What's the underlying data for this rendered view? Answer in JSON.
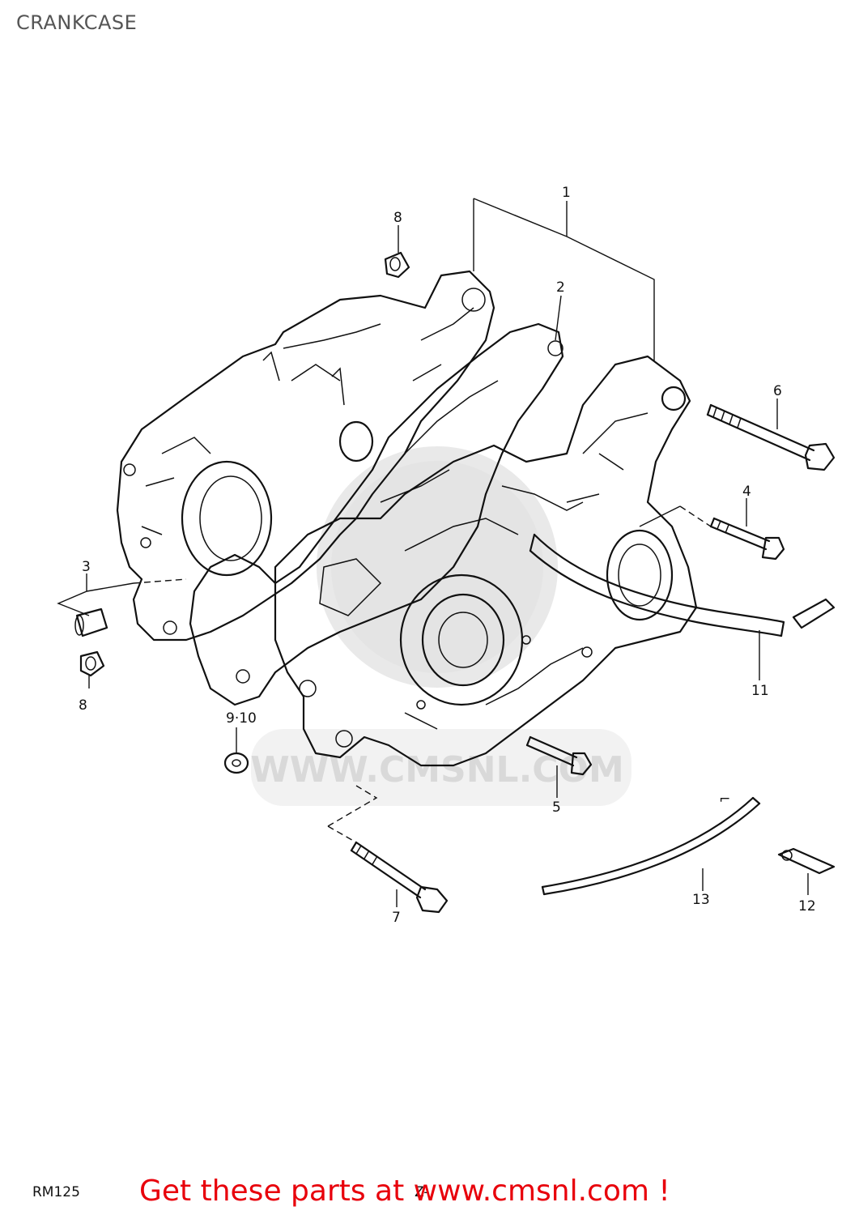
{
  "page": {
    "title": "CRANKCASE",
    "model_code": "RM125",
    "page_number": "Z-",
    "promo_link": "Get these parts at www.cmsnl.com !",
    "watermark": "WWW.CMSNL.COM",
    "accent_color": "#e8000b"
  },
  "callouts": [
    {
      "id": "1",
      "label": "1"
    },
    {
      "id": "2",
      "label": "2"
    },
    {
      "id": "3",
      "label": "3"
    },
    {
      "id": "4",
      "label": "4"
    },
    {
      "id": "5",
      "label": "5"
    },
    {
      "id": "6",
      "label": "6"
    },
    {
      "id": "7",
      "label": "7"
    },
    {
      "id": "8a",
      "label": "8"
    },
    {
      "id": "8b",
      "label": "8"
    },
    {
      "id": "9-10",
      "label": "9·10"
    },
    {
      "id": "11",
      "label": "11"
    },
    {
      "id": "12",
      "label": "12"
    },
    {
      "id": "13",
      "label": "13"
    }
  ]
}
